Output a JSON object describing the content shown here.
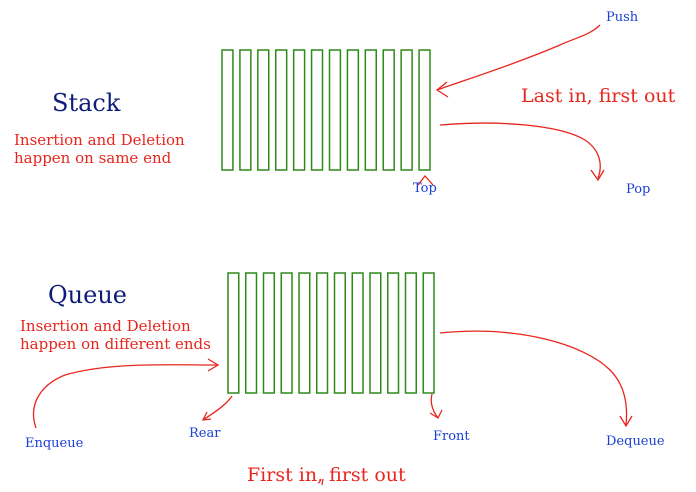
{
  "colors": {
    "cell": "#2d8a1a",
    "arrow": "#e8261e",
    "label": "#1a3fd6",
    "title": "#0d1c7a",
    "note": "#e8261e"
  },
  "stack": {
    "title": "Stack",
    "description": [
      "Insertion and Deletion",
      "happen on same end"
    ],
    "motto": "Last in, first out",
    "cell_count": 12,
    "labels": {
      "push": "Push",
      "pop": "Pop",
      "top": "Top"
    }
  },
  "queue": {
    "title": "Queue",
    "description": [
      "Insertion and Deletion",
      "happen on different ends"
    ],
    "motto": "First in, first out",
    "cell_count": 12,
    "labels": {
      "enqueue": "Enqueue",
      "rear": "Rear",
      "front": "Front",
      "dequeue": "Dequeue"
    }
  }
}
